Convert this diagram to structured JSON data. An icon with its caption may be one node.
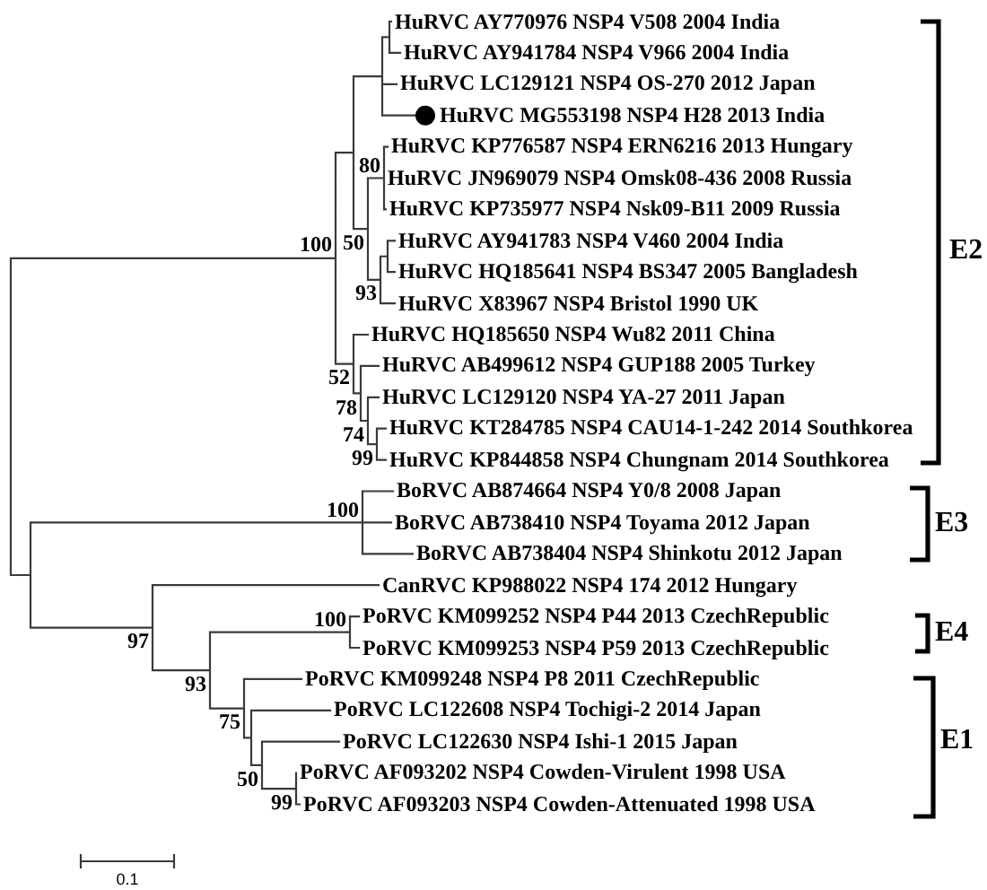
{
  "diagram": {
    "labels": [
      "HuRVC AY770976 NSP4 V508 2004 India",
      "HuRVC AY941784 NSP4 V966 2004 India",
      "HuRVC LC129121 NSP4 OS-270 2012 Japan",
      "HuRVC MG553198 NSP4 H28 2013 India",
      "HuRVC KP776587 NSP4 ERN6216 2013 Hungary",
      "80",
      "HuRVC JN969079 NSP4 Omsk08-436 2008 Russia",
      "HuRVC KP735977 NSP4 Nsk09-B11 2009 Russia",
      "100",
      "50",
      "HuRVC AY941783 NSP4 V460 2004 India",
      "E2",
      "HuRVC HQ185641 NSP4 BS347 2005 Bangladesh",
      "93",
      "HuRVC X83967 NSP4 Bristol 1990 UK",
      "HuRVC HQ185650 NSP4 Wu82 2011 China",
      "52",
      "HuRVC AB499612 NSP4 GUP188 2005 Turkey",
      "78",
      "HuRVC LC129120 NSP4 YA-27 2011 Japan",
      "74",
      "HuRVC KT284785 NSP4 CAU14-1-242 2014 Southkorea",
      "99",
      "HuRVC KP844858 NSP4 Chungnam 2014 Southkorea",
      "BoRVC AB874664 NSP4 Y0/8 2008 Japan",
      "100",
      "BoRVC AB738410 NSP4 Toyama 2012 Japan",
      "E3",
      "BoRVC AB738404 NSP4 Shinkotu 2012 Japan",
      "CanRVC KP988022 NSP4 174 2012 Hungary",
      "100",
      "PoRVC KM099252 NSP4 P44 2013 CzechRepublic",
      "E4",
      "97",
      "PoRVC KM099253 NSP4 P59 2013 CzechRepublic",
      "93",
      "PoRVC KM099248 NSP4 P8 2011 CzechRepublic",
      "75",
      "PoRVC LC122608 NSP4 Tochigi-2 2014 Japan",
      "PoRVC LC122630 NSP4 Ishi-1 2015 Japan",
      "E1",
      "50",
      "PoRVC AF093202 NSP4 Cowden-Virulent 1998 USA",
      "99",
      "PoRVC AF093203 NSP4 Cowden-Attenuated 1998 USA",
      "0.1"
    ]
  }
}
